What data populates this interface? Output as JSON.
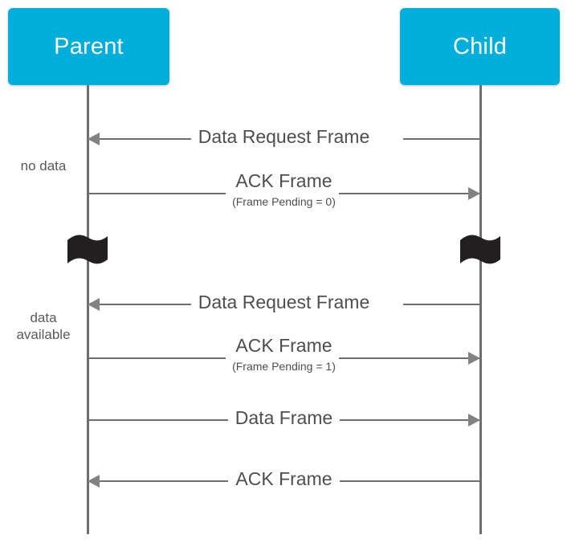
{
  "theme": {
    "actor_fill": "#00AEDB",
    "actor_text": "#ffffff",
    "line_color": "#6d6e6f",
    "arrow_color": "#808284",
    "label_color": "#4d4e50",
    "note_color": "#58595b",
    "break_color": "#231f20",
    "background": "#ffffff"
  },
  "diagram": {
    "type": "sequence-diagram",
    "actors": [
      {
        "id": "parent",
        "label": "Parent"
      },
      {
        "id": "child",
        "label": "Child"
      }
    ],
    "notes": [
      {
        "id": "no-data",
        "text": "no data"
      },
      {
        "id": "data-available",
        "text": "data\navailable"
      }
    ],
    "time_breaks": [
      {
        "id": "break-parent",
        "on": "parent",
        "symbol": "wavy-break"
      },
      {
        "id": "break-child",
        "on": "child",
        "symbol": "wavy-break"
      }
    ],
    "messages": [
      {
        "id": "msg-1",
        "title": "Data Request Frame",
        "sub": "",
        "from": "child",
        "to": "parent",
        "direction": "right-to-left"
      },
      {
        "id": "msg-2",
        "title": "ACK Frame",
        "sub": "(Frame Pending = 0)",
        "from": "parent",
        "to": "child",
        "direction": "left-to-right"
      },
      {
        "id": "msg-3",
        "title": "Data Request Frame",
        "sub": "",
        "from": "child",
        "to": "parent",
        "direction": "right-to-left"
      },
      {
        "id": "msg-4",
        "title": "ACK Frame",
        "sub": "(Frame Pending = 1)",
        "from": "parent",
        "to": "child",
        "direction": "left-to-right"
      },
      {
        "id": "msg-5",
        "title": "Data Frame",
        "sub": "",
        "from": "parent",
        "to": "child",
        "direction": "left-to-right"
      },
      {
        "id": "msg-6",
        "title": "ACK Frame",
        "sub": "",
        "from": "child",
        "to": "parent",
        "direction": "right-to-left"
      }
    ]
  }
}
